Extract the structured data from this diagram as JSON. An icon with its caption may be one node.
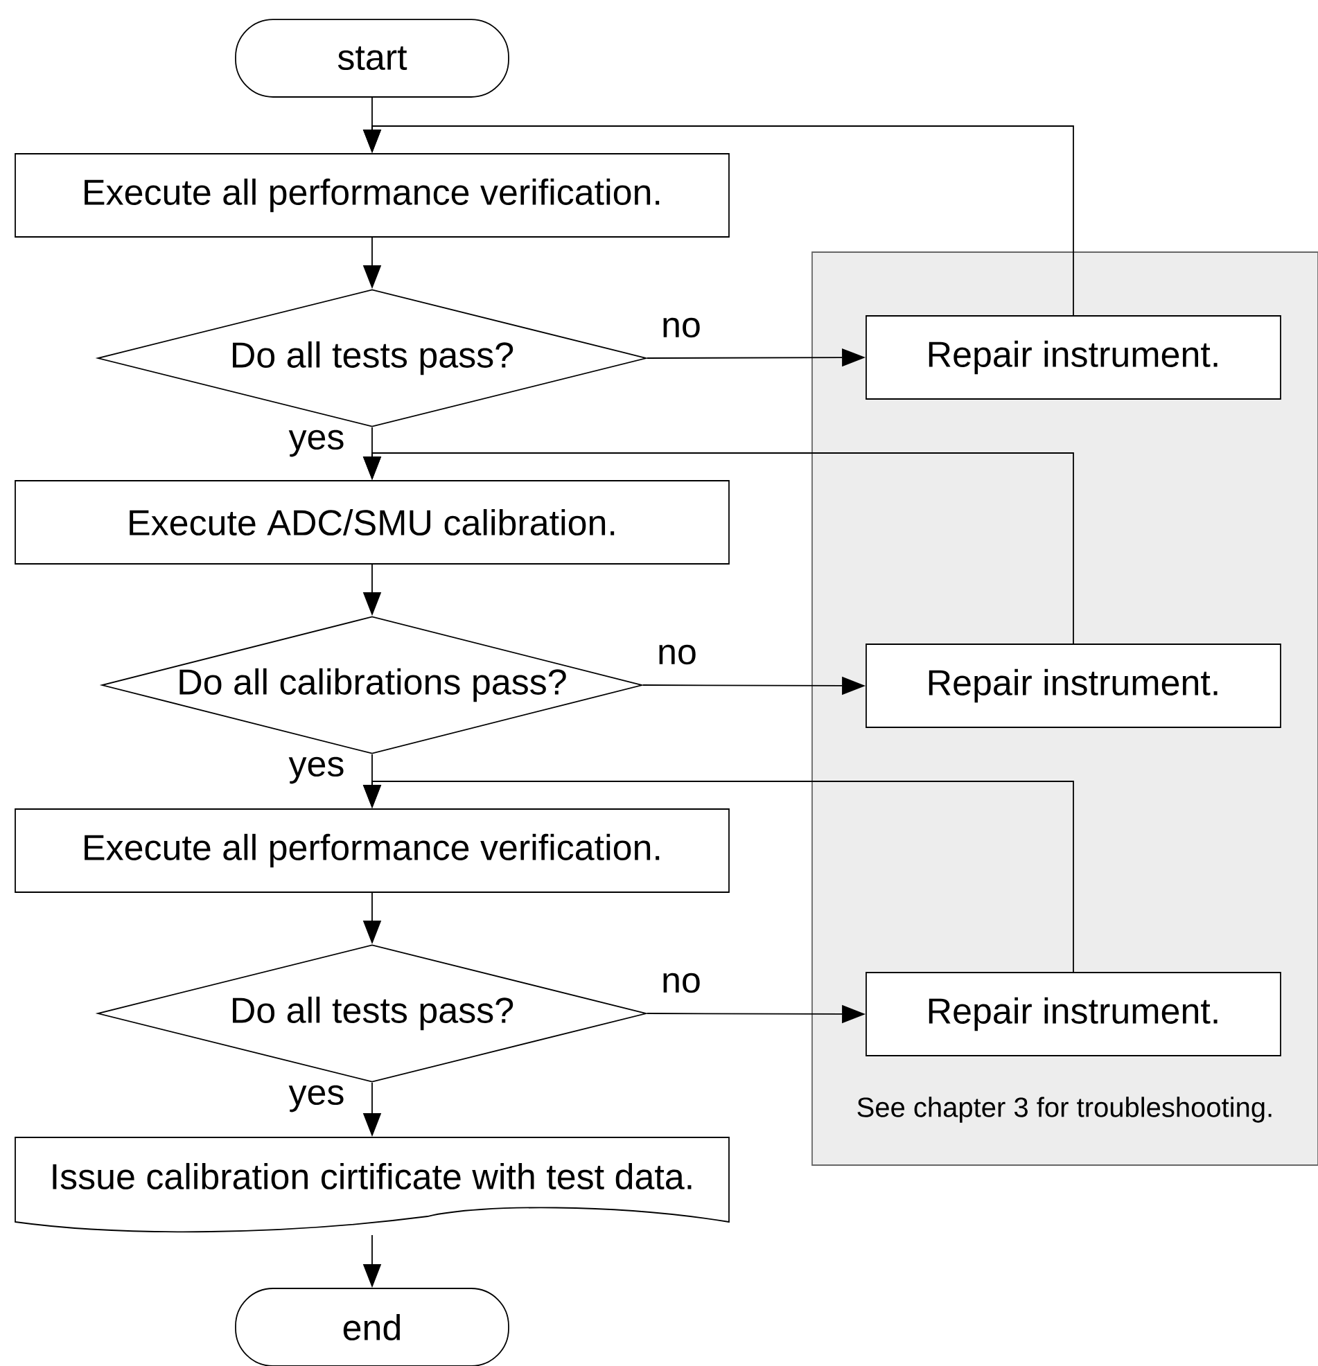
{
  "diagram": {
    "nodes": [
      {
        "text": [
          "start"
        ]
      },
      {
        "text": [
          "Execute all performance verification."
        ]
      },
      {
        "text": [
          "Do all tests pass?"
        ]
      },
      {
        "text": [
          "See chapter 3 for troubleshooting."
        ]
      },
      {
        "text": [
          "Repair instrument."
        ],
        "in": 3
      },
      {
        "text": [
          "Execute ADC/SMU calibration."
        ]
      },
      {
        "text": [
          "Do all calibrations pass?"
        ]
      },
      {
        "text": [
          "Repair instrument."
        ],
        "in": 3
      },
      {
        "text": [
          "Execute all performance verification."
        ]
      },
      {
        "text": [
          "Do all tests pass?"
        ]
      },
      {
        "text": [
          "Repair instrument."
        ],
        "in": 3
      },
      {
        "text": [
          "Issue calibration cirtificate with test data."
        ]
      },
      {
        "text": [
          "end"
        ]
      }
    ],
    "edges": [
      {
        "from": 0,
        "to": 1,
        "arrow": "to"
      },
      {
        "from": 1,
        "to": 2,
        "arrow": "to"
      },
      {
        "from": 2,
        "to": 4,
        "arrow": "to",
        "label": "no"
      },
      {
        "from": 4,
        "to": 1,
        "arrow": "to"
      },
      {
        "from": 2,
        "to": 5,
        "arrow": "to",
        "label": "yes"
      },
      {
        "from": 5,
        "to": 6,
        "arrow": "to"
      },
      {
        "from": 6,
        "to": 7,
        "arrow": "to",
        "label": "no"
      },
      {
        "from": 7,
        "to": 5,
        "arrow": "to"
      },
      {
        "from": 6,
        "to": 8,
        "arrow": "to",
        "label": "yes"
      },
      {
        "from": 8,
        "to": 9,
        "arrow": "to"
      },
      {
        "from": 9,
        "to": 10,
        "arrow": "to",
        "label": "no"
      },
      {
        "from": 10,
        "to": 8,
        "arrow": "to"
      },
      {
        "from": 9,
        "to": 11,
        "arrow": "to",
        "label": "yes"
      },
      {
        "from": 11,
        "to": 12,
        "arrow": "to"
      }
    ]
  }
}
